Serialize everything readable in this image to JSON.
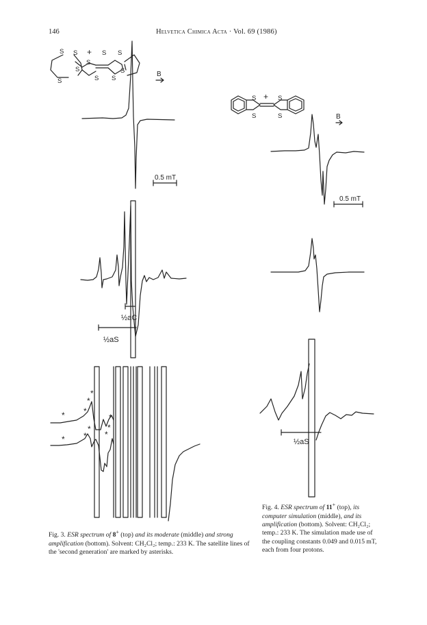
{
  "header": {
    "page_number": "146",
    "journal": "Helvetica Chimica Acta",
    "volume": "Vol. 69 (1986)"
  },
  "figure3": {
    "field_label": "B",
    "scale_label": "0.5 mT",
    "coupling_c": "½aC",
    "coupling_s": "½aS",
    "asterisk": "*"
  },
  "figure4": {
    "field_label": "B",
    "scale_label": "0.5 mT",
    "coupling_s": "½aS"
  },
  "structure_labels": {
    "sulfur": "S",
    "charge": "+"
  },
  "caption3": {
    "label": "Fig. 3.",
    "title_italic": "ESR spectrum of",
    "compound": "8",
    "charge": "+",
    "paren_top": "(top)",
    "and_italic_1": "and its",
    "moderate": "moderate",
    "paren_middle": "(middle)",
    "and_strong": "and strong",
    "amplification": "amplification",
    "paren_bottom": "(bottom).",
    "solvent_label": "Solvent:",
    "solvent": "CH₂Cl₂;",
    "temp": "temp.: 233 K.",
    "rest": "The satellite lines of the 'second generation' are marked by asterisks."
  },
  "caption4": {
    "label": "Fig. 4.",
    "title_italic": "ESR spectrum of",
    "compound": "11",
    "charge": "+",
    "paren_top": "(top),",
    "its_sim": "its computer simulation",
    "paren_middle": "(middle),",
    "and_amp": "and its amplification",
    "paren_bottom": "(bottom).",
    "solvent_label": "Solvent:",
    "solvent": "CH₂Cl₂;",
    "temp": "temp.: 233 K.",
    "rest": "The simulation made use of the coupling constants 0.049 and 0.015 mT, each from four protons."
  }
}
